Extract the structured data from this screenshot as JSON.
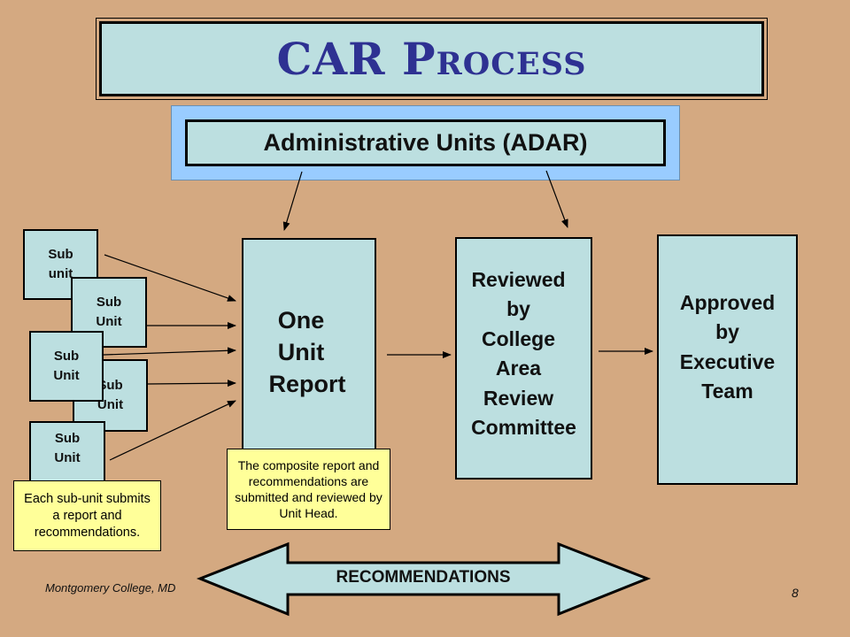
{
  "title": "CAR Process",
  "admin_units": "Administrative Units (ADAR)",
  "sub_units": [
    {
      "line1": "Sub",
      "line2": "unit"
    },
    {
      "line1": "Sub",
      "line2": "Unit"
    },
    {
      "line1": "Sub",
      "line2": "Unit"
    },
    {
      "line1": "Sub",
      "line2": "Unit"
    },
    {
      "line1": "Sub",
      "line2": "Unit"
    }
  ],
  "one_unit_report": [
    "One",
    "Unit",
    "Report"
  ],
  "reviewed": [
    "Reviewed",
    "by",
    "College",
    "Area",
    "Review",
    "Committee"
  ],
  "approved": [
    "Approved",
    "by",
    "Executive",
    "Team"
  ],
  "notes": {
    "composite": "The composite report and recommendations are submitted and reviewed by Unit Head.",
    "subunit": "Each sub-unit submits a report and recommendations."
  },
  "recommendations": "RECOMMENDATIONS",
  "footer": {
    "left": "Montgomery College, MD",
    "page": "8"
  }
}
